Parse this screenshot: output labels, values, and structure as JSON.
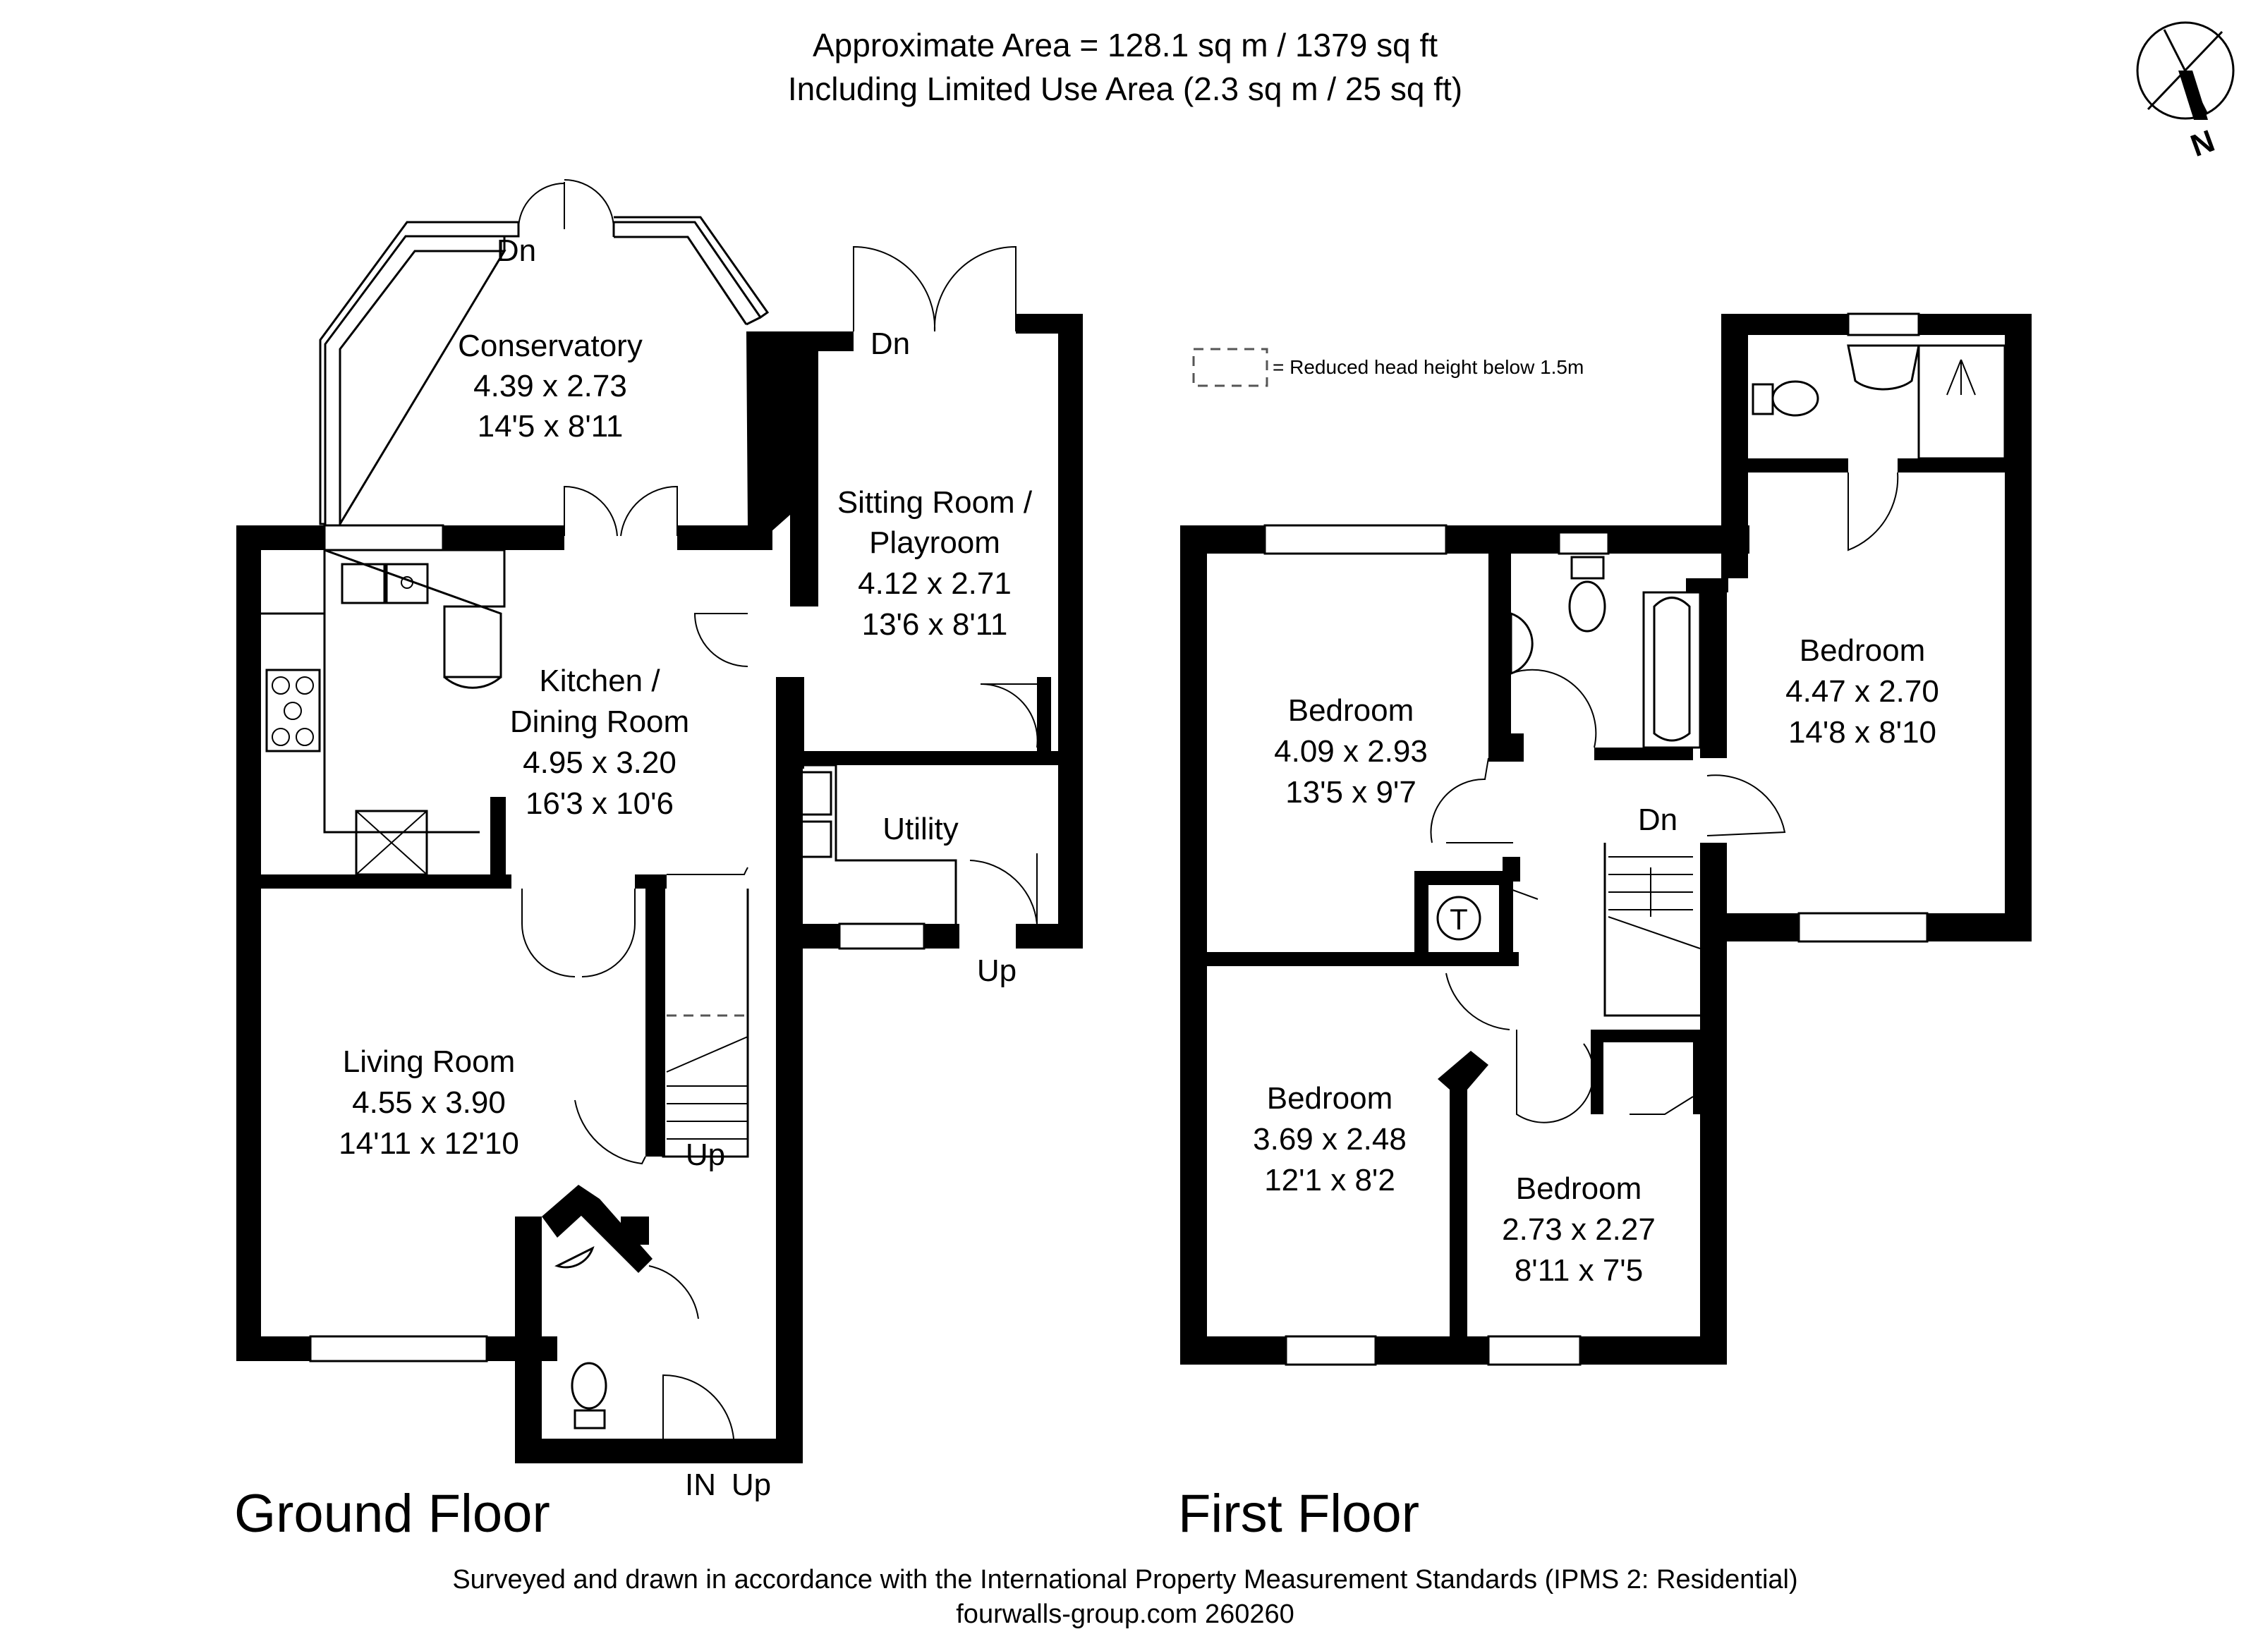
{
  "header": {
    "area_line": "Approximate  Area = 128.1 sq m / 1379 sq ft",
    "limited_line": "Including Limited Use Area (2.3 sq m / 25 sq ft)"
  },
  "compass": {
    "label": "N"
  },
  "legend": {
    "text": "= Reduced head height below 1.5m"
  },
  "ground_floor": {
    "title": "Ground Floor",
    "rooms": {
      "conservatory": {
        "name": "Conservatory",
        "metric": "4.39 x 2.73",
        "imperial": "14'5 x 8'11"
      },
      "sitting": {
        "name1": "Sitting Room /",
        "name2": "Playroom",
        "metric": "4.12 x 2.71",
        "imperial": "13'6 x 8'11"
      },
      "kitchen": {
        "name1": "Kitchen /",
        "name2": "Dining Room",
        "metric": "4.95 x 3.20",
        "imperial": "16'3 x 10'6"
      },
      "utility": {
        "name": "Utility"
      },
      "living": {
        "name": "Living Room",
        "metric": "4.55 x 3.90",
        "imperial": "14'11 x 12'10"
      }
    },
    "labels": {
      "dn_conservatory": "Dn",
      "dn_sitting": "Dn",
      "up_utility": "Up",
      "up_stairs": "Up",
      "entrance_in": "IN",
      "entrance_up": "Up"
    }
  },
  "first_floor": {
    "title": "First Floor",
    "rooms": {
      "bedroom_front_left": {
        "name": "Bedroom",
        "metric": "4.09 x 2.93",
        "imperial": "13'5 x 9'7"
      },
      "bedroom_right": {
        "name": "Bedroom",
        "metric": "4.47 x 2.70",
        "imperial": "14'8 x 8'10"
      },
      "bedroom_back_left": {
        "name": "Bedroom",
        "metric": "3.69 x 2.48",
        "imperial": "12'1 x 8'2"
      },
      "bedroom_small": {
        "name": "Bedroom",
        "metric": "2.73 x 2.27",
        "imperial": "8'11 x 7'5"
      }
    },
    "labels": {
      "dn_stairs": "Dn",
      "tank": "T"
    }
  },
  "footer": {
    "standard_line": "Surveyed and drawn in accordance with the International Property Measurement Standards (IPMS 2: Residential)",
    "ref_line": "fourwalls-group.com 260260"
  }
}
